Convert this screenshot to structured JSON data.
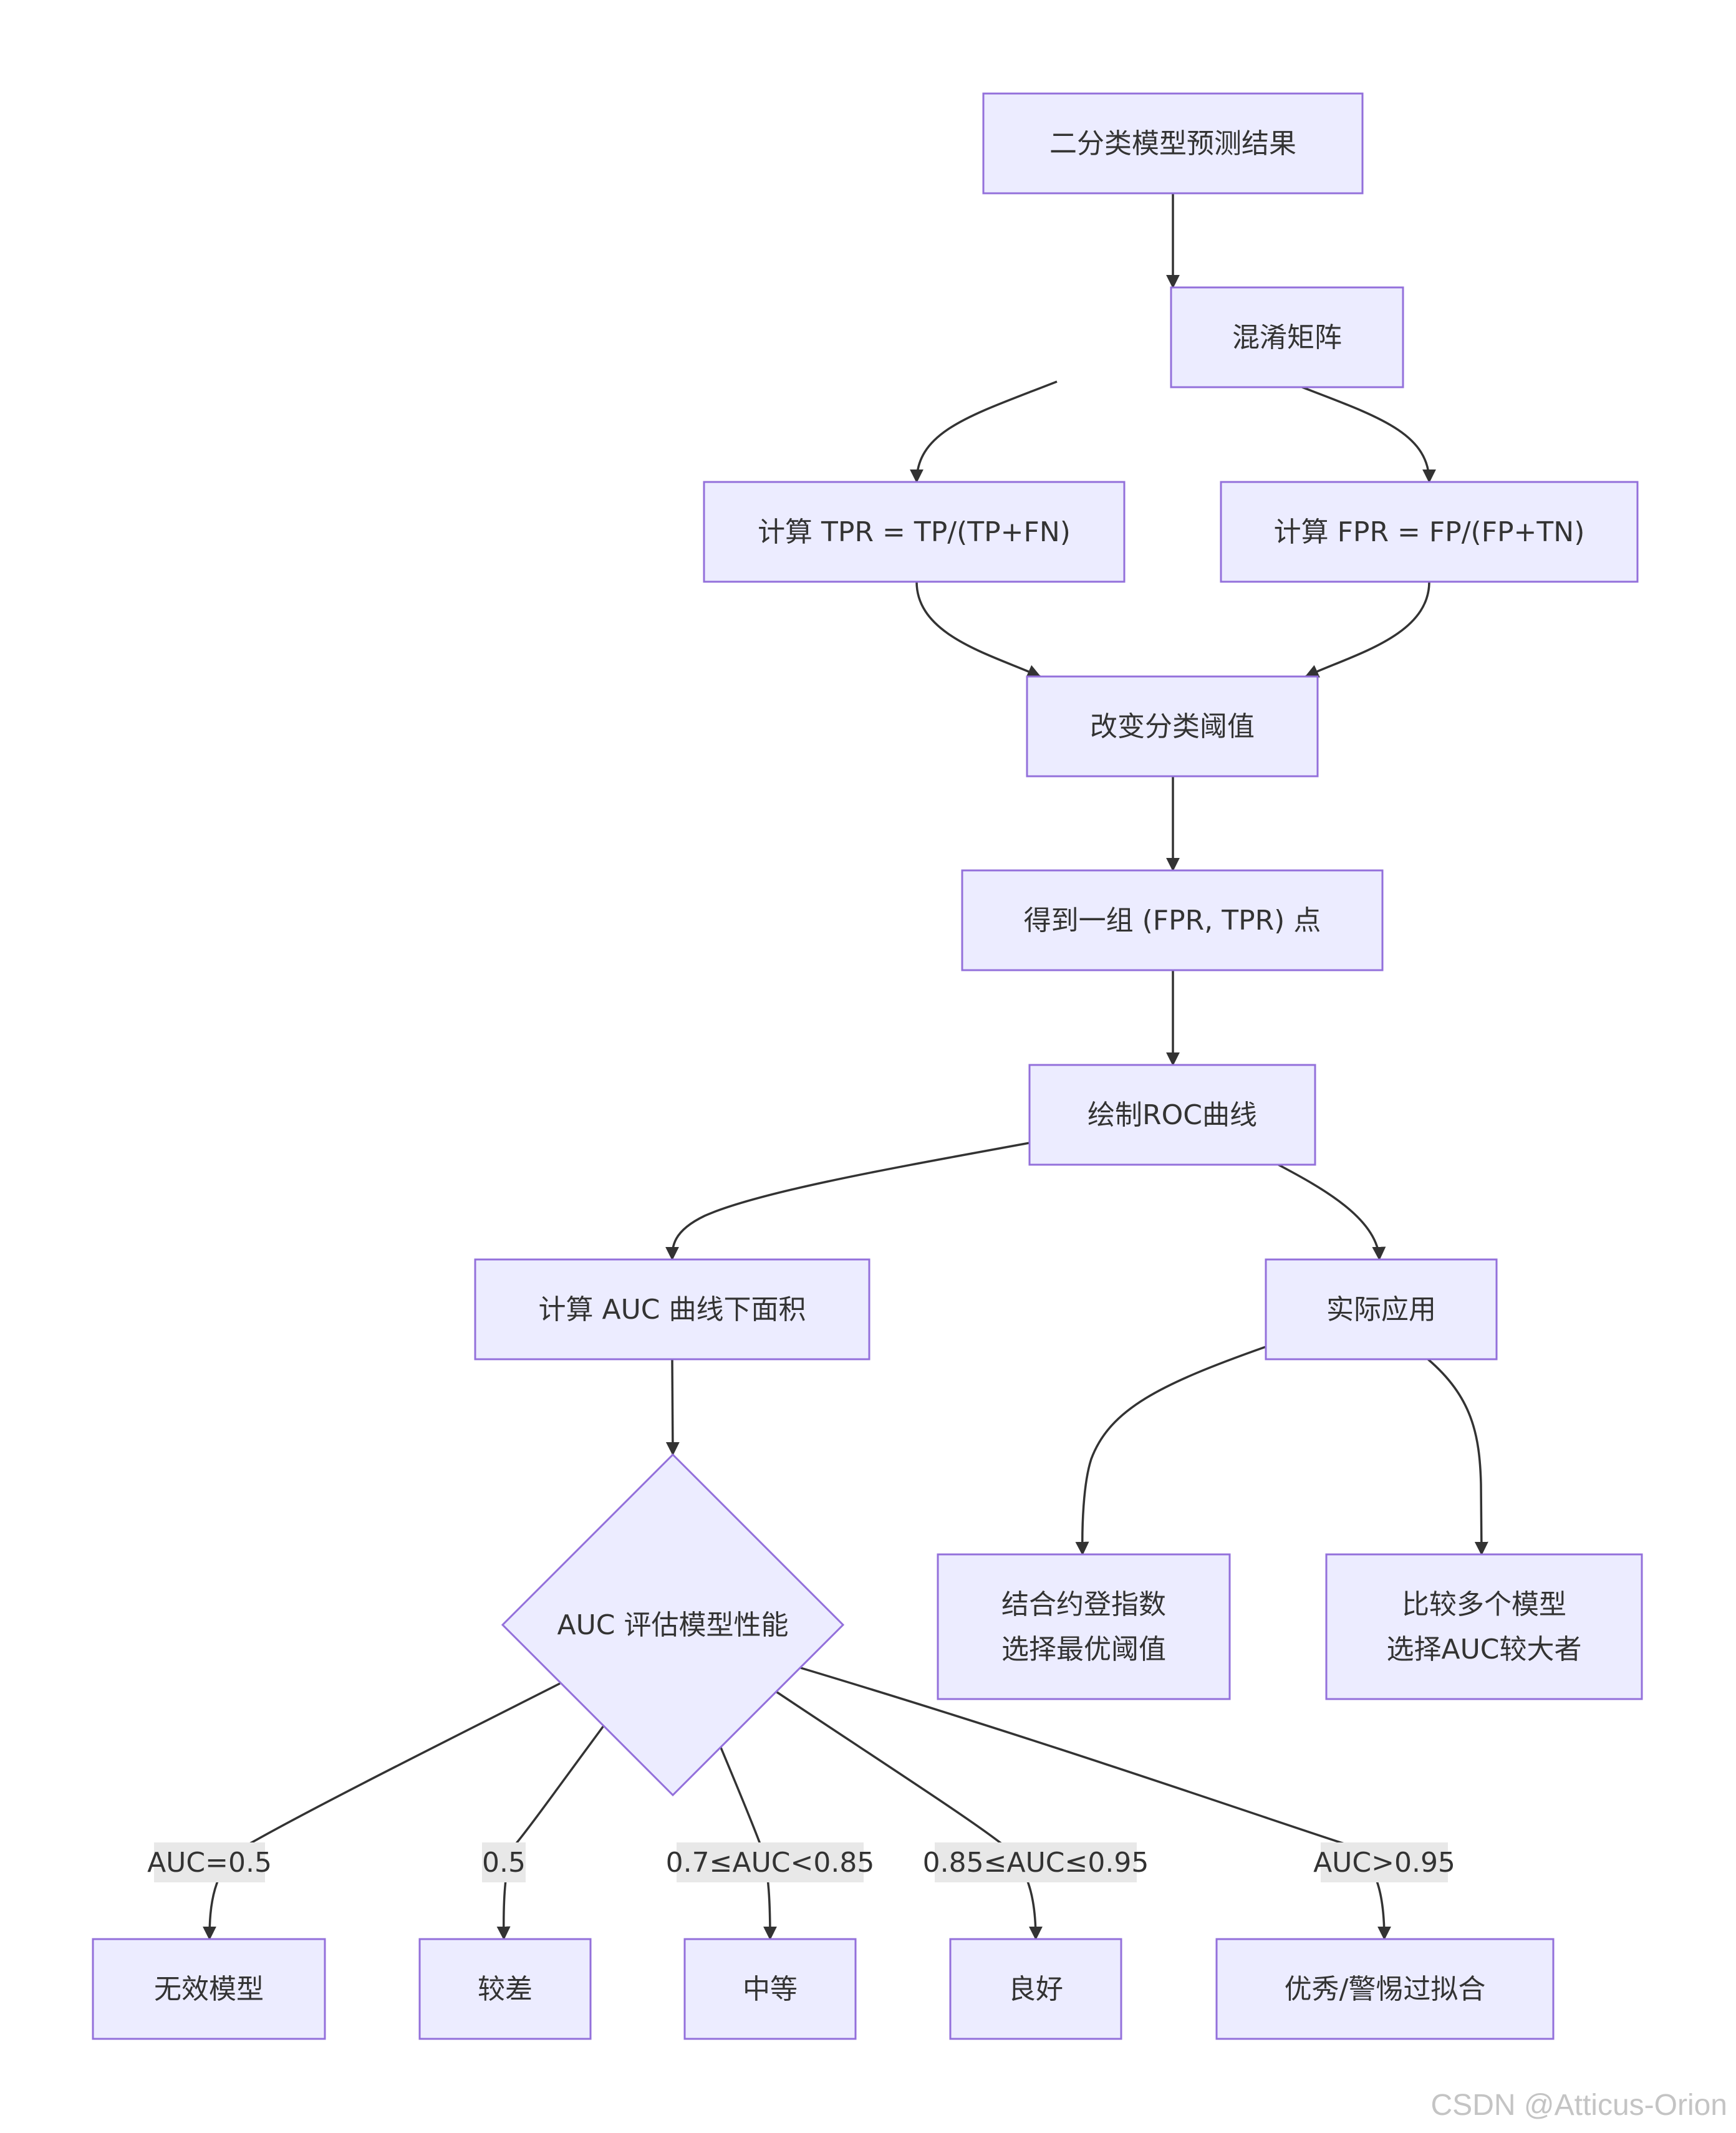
{
  "diagram": {
    "nodes": [
      {
        "id": "n1",
        "lines": [
          "二分类模型预测结果"
        ]
      },
      {
        "id": "n2",
        "lines": [
          "混淆矩阵"
        ]
      },
      {
        "id": "n3",
        "lines": [
          "计算 TPR = TP/(TP+FN)"
        ]
      },
      {
        "id": "n4",
        "lines": [
          "计算 FPR = FP/(FP+TN)"
        ]
      },
      {
        "id": "n5",
        "lines": [
          "改变分类阈值"
        ]
      },
      {
        "id": "n6",
        "lines": [
          "得到一组 (FPR, TPR) 点"
        ]
      },
      {
        "id": "n7",
        "lines": [
          "绘制ROC曲线"
        ]
      },
      {
        "id": "n8",
        "lines": [
          "计算 AUC 曲线下面积"
        ]
      },
      {
        "id": "n9",
        "lines": [
          "实际应用"
        ]
      },
      {
        "id": "n10",
        "lines": [
          "AUC 评估模型性能"
        ]
      },
      {
        "id": "n11",
        "lines": [
          "结合约登指数",
          "选择最优阈值"
        ]
      },
      {
        "id": "n12",
        "lines": [
          "比较多个模型",
          "选择AUC较大者"
        ]
      },
      {
        "id": "n13",
        "lines": [
          "无效模型"
        ]
      },
      {
        "id": "n14",
        "lines": [
          "较差"
        ]
      },
      {
        "id": "n15",
        "lines": [
          "中等"
        ]
      },
      {
        "id": "n16",
        "lines": [
          "良好"
        ]
      },
      {
        "id": "n17",
        "lines": [
          "优秀/警惕过拟合"
        ]
      }
    ],
    "edges": [
      {
        "from": "n1",
        "to": "n2",
        "label": ""
      },
      {
        "from": "n2",
        "to": "n3",
        "label": ""
      },
      {
        "from": "n2",
        "to": "n4",
        "label": ""
      },
      {
        "from": "n3",
        "to": "n5",
        "label": ""
      },
      {
        "from": "n4",
        "to": "n5",
        "label": ""
      },
      {
        "from": "n5",
        "to": "n6",
        "label": ""
      },
      {
        "from": "n6",
        "to": "n7",
        "label": ""
      },
      {
        "from": "n7",
        "to": "n8",
        "label": ""
      },
      {
        "from": "n7",
        "to": "n9",
        "label": ""
      },
      {
        "from": "n8",
        "to": "n10",
        "label": ""
      },
      {
        "from": "n9",
        "to": "n11",
        "label": ""
      },
      {
        "from": "n9",
        "to": "n12",
        "label": ""
      },
      {
        "from": "n10",
        "to": "n13",
        "label": "AUC=0.5"
      },
      {
        "from": "n10",
        "to": "n14",
        "label": "0.5"
      },
      {
        "from": "n10",
        "to": "n15",
        "label": "0.7≤AUC<0.85"
      },
      {
        "from": "n10",
        "to": "n16",
        "label": "0.85≤AUC≤0.95"
      },
      {
        "from": "n10",
        "to": "n17",
        "label": "AUC>0.95"
      }
    ],
    "colors": {
      "node_fill": "#ececff",
      "node_stroke": "#9370db",
      "edge": "#333333",
      "label_bg": "#e8e8e8"
    }
  },
  "watermark": "CSDN @Atticus-Orion"
}
